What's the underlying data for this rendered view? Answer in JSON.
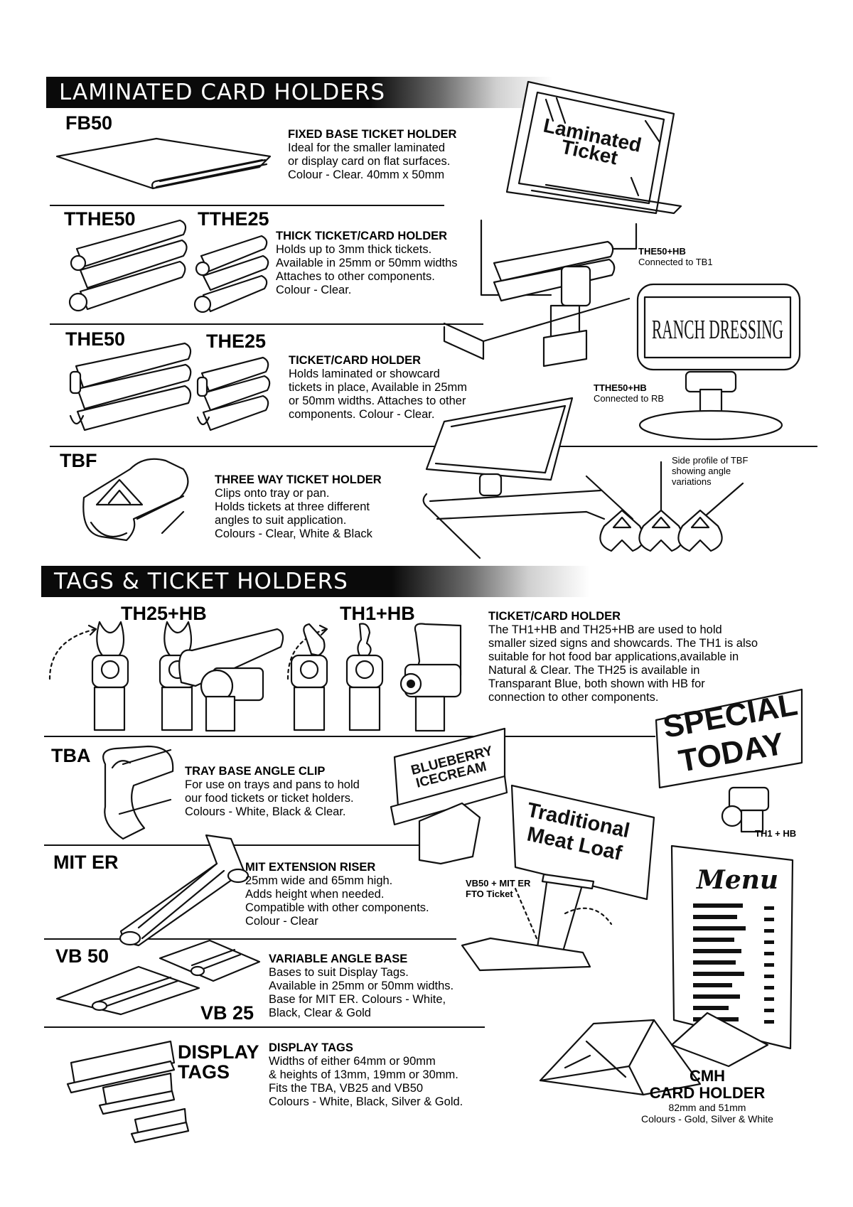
{
  "sections": {
    "laminated": "LAMINATED CARD HOLDERS",
    "tags": "TAGS & TICKET HOLDERS"
  },
  "products": {
    "fb50": {
      "code": "FB50",
      "title": "FIXED BASE TICKET HOLDER",
      "lines": [
        "Ideal for the smaller laminated",
        "or display card on flat surfaces.",
        "Colour - Clear. 40mm x 50mm"
      ]
    },
    "tthe": {
      "codes": [
        "TTHE50",
        "TTHE25"
      ],
      "title": "THICK TICKET/CARD HOLDER",
      "lines": [
        "Holds up to 3mm thick tickets.",
        "Available in 25mm or 50mm widths",
        "Attaches to other components.",
        "Colour - Clear."
      ]
    },
    "the": {
      "codes": [
        "THE50",
        "THE25"
      ],
      "title": "TICKET/CARD HOLDER",
      "lines": [
        "Holds laminated or showcard",
        "tickets in place, Available in 25mm",
        "or 50mm widths. Attaches to other",
        "components. Colour - Clear."
      ]
    },
    "tbf": {
      "code": "TBF",
      "title": "THREE WAY TICKET HOLDER",
      "lines": [
        "Clips onto tray or pan.",
        "Holds tickets at three different",
        "angles to suit application.",
        "Colours - Clear, White & Black"
      ]
    },
    "th": {
      "codes": [
        "TH25+HB",
        "TH1+HB"
      ],
      "title": "TICKET/CARD HOLDER",
      "lines": [
        "The TH1+HB and TH25+HB are used to hold",
        "smaller sized signs and showcards. The TH1 is also",
        "suitable for hot food bar applications,available in",
        "Natural & Clear. The TH25 is available in",
        "Transparant Blue, both shown with HB for",
        "connection to other components."
      ]
    },
    "tba": {
      "code": "TBA",
      "title": "TRAY BASE ANGLE CLIP",
      "lines": [
        "For use on trays and pans to hold",
        "our food tickets or ticket holders.",
        "Colours - White, Black & Clear."
      ]
    },
    "miter": {
      "code": "MIT ER",
      "title": "MIT EXTENSION RISER",
      "lines": [
        "25mm wide and 65mm high.",
        "Adds height when needed.",
        "Compatible with other components.",
        "Colour - Clear"
      ]
    },
    "vb": {
      "codes": [
        "VB 50",
        "VB 25"
      ],
      "title": "VARIABLE ANGLE BASE",
      "lines": [
        "Bases to suit Display Tags.",
        "Available in 25mm or 50mm widths.",
        "Base for MIT ER. Colours - White,",
        "Black, Clear & Gold"
      ]
    },
    "tags": {
      "code_lines": [
        "DISPLAY",
        "TAGS"
      ],
      "title": "DISPLAY TAGS",
      "lines": [
        "Widths of either 64mm or 90mm",
        "& heights of 13mm, 19mm or 30mm.",
        "Fits the TBA, VB25 and VB50",
        "Colours - White, Black, Silver & Gold."
      ]
    }
  },
  "illustrations": {
    "laminated_ticket": [
      "Laminated",
      "Ticket"
    ],
    "the50hb": [
      "THE50+HB",
      "Connected to TB1"
    ],
    "ranch": "RANCH DRESSING",
    "tthe50hb": [
      "TTHE50+HB",
      "Connected to RB"
    ],
    "side_profile": [
      "Side profile of TBF",
      "showing angle",
      "variations"
    ],
    "blueberry": [
      "BLUEBERRY",
      "ICECREAM"
    ],
    "special": [
      "SPECIAL",
      "TODAY"
    ],
    "th1hb": "TH1 + HB",
    "meatloaf": [
      "Traditional",
      "Meat Loaf"
    ],
    "vb50miter": [
      "VB50 + MIT ER",
      "FTO Ticket"
    ],
    "menu": "Menu",
    "cmh": {
      "title_lines": [
        "CMH",
        "CARD HOLDER"
      ],
      "size": "82mm and 51mm",
      "colours": "Colours - Gold, Silver & White"
    }
  }
}
